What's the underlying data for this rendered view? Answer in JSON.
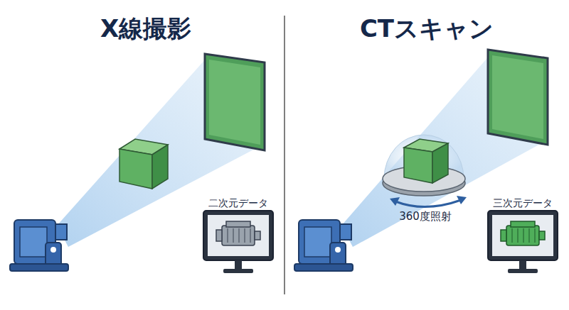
{
  "diagram": {
    "nodes": [
      {
        "text": [
          "二次元データ"
        ]
      },
      {
        "text": [
          "三次元データ"
        ]
      }
    ],
    "labels": [
      "X線撮影",
      "CTスキャン",
      "360度照射"
    ]
  }
}
